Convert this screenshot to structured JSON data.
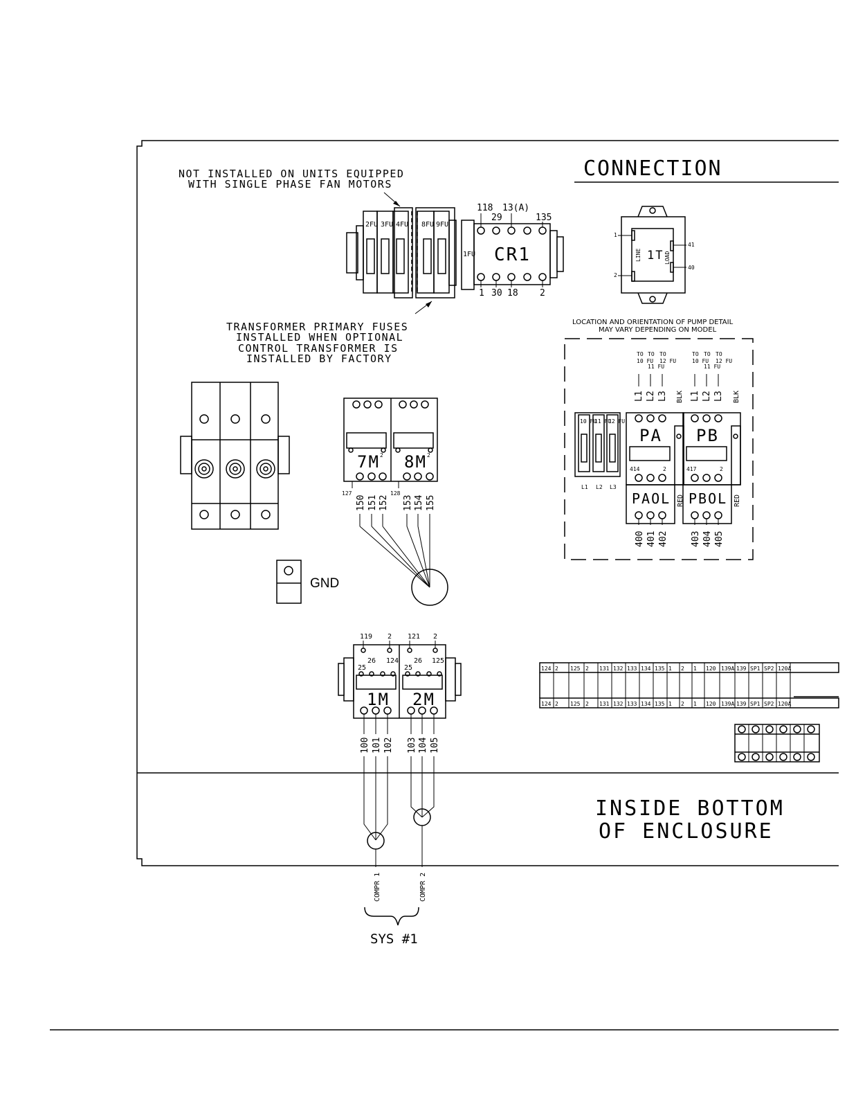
{
  "section_title": "CONNECTION",
  "bottom_label_line1": "INSIDE BOTTOM",
  "bottom_label_line2": "OF ENCLOSURE",
  "note_top_line1": "NOT INSTALLED ON UNITS EQUIPPED",
  "note_top_line2": "WITH SINGLE PHASE FAN MOTORS",
  "note_mid_line1": "TRANSFORMER PRIMARY FUSES",
  "note_mid_line2": "INSTALLED WHEN OPTIONAL",
  "note_mid_line3": "CONTROL TRANSFORMER IS",
  "note_mid_line4": "INSTALLED BY FACTORY",
  "pump_note_line1": "LOCATION AND ORIENTATION OF PUMP DETAIL",
  "pump_note_line2": "MAY VARY DEPENDING ON MODEL",
  "fuses": [
    "2FU",
    "3FU",
    "4FU",
    "8FU",
    "9FU"
  ],
  "fuse_1": "1FU",
  "relay": {
    "name": "CR1",
    "top_terminals": [
      "118",
      "29",
      "13(A)",
      "135"
    ],
    "bottom_terminals": [
      "1",
      "30",
      "18",
      "2"
    ]
  },
  "transformer": {
    "name": "1T",
    "line_label": "LINE",
    "load_label": "LOAD",
    "left_terminals": [
      "1",
      "2"
    ],
    "right_terminals": [
      "41",
      "40"
    ]
  },
  "gnd_label": "GND",
  "contactors_fan": {
    "left_name": "7M",
    "right_name": "8M",
    "left_aux": "127",
    "right_aux": "128",
    "left_aux_small": "2",
    "right_aux_small": "2",
    "left_wires": [
      "150",
      "151",
      "152"
    ],
    "right_wires": [
      "153",
      "154",
      "155"
    ]
  },
  "contactors_comp": {
    "left_name": "1M",
    "right_name": "2M",
    "left_top": [
      "119",
      "2"
    ],
    "right_top": [
      "121",
      "2"
    ],
    "left_aux": [
      "25",
      "26",
      "124"
    ],
    "right_aux": [
      "25",
      "26",
      "125"
    ],
    "left_wires": [
      "100",
      "101",
      "102"
    ],
    "right_wires": [
      "103",
      "104",
      "105"
    ]
  },
  "pump": {
    "to_labels": [
      "TO",
      "TO",
      "TO"
    ],
    "to_fuses_a": [
      "10 FU",
      "11 FU",
      "12 FU"
    ],
    "to_fuses_b": [
      "10 FU",
      "11 FU",
      "12 FU"
    ],
    "l_labels": [
      "L1",
      "L2",
      "L3"
    ],
    "blk": "BLK",
    "red": "RED",
    "fuse_names": [
      "10 FU",
      "11 FU",
      "12 FU"
    ],
    "pa": "PA",
    "pb": "PB",
    "paol": "PAOL",
    "pbol": "PBOL",
    "pa_aux": [
      "414",
      "2"
    ],
    "pb_aux": [
      "417",
      "2"
    ],
    "paol_wires": [
      "400",
      "401",
      "402"
    ],
    "pbol_wires": [
      "403",
      "404",
      "405"
    ]
  },
  "terminal_strip": [
    "124",
    "2",
    "125",
    "2",
    "131",
    "132",
    "133",
    "134",
    "135",
    "1",
    "2",
    "1",
    "120",
    "139A",
    "139",
    "SP1",
    "SP2",
    "120A"
  ],
  "compressor_1": "COMPR 1",
  "compressor_2": "COMPR 2",
  "system_label": "SYS  #1"
}
